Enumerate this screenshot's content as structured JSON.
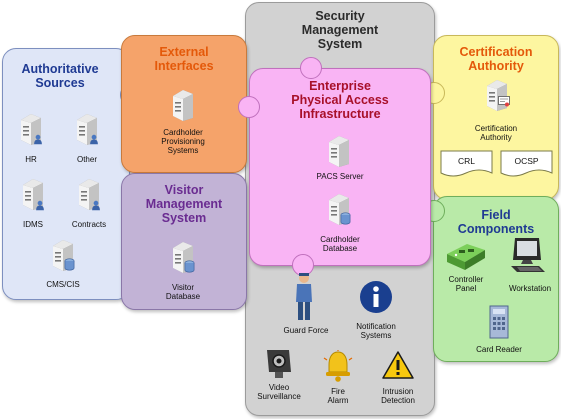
{
  "colors": {
    "security": "#d2d2d2",
    "authoritative": "#dfe6f7",
    "external": "#f5a36a",
    "visitor": "#c2b3d6",
    "enterprise": "#f9b4f4",
    "certification": "#fdf6a0",
    "field": "#b9eaa8"
  },
  "security": {
    "title": "Security\nManagement\nSystem",
    "guard": "Guard Force",
    "notification": "Notification\nSystems",
    "video": "Video\nSurveillance",
    "fire": "Fire\nAlarm",
    "intrusion": "Intrusion\nDetection"
  },
  "authoritative": {
    "title": "Authoritative\nSources",
    "hr": "HR",
    "other": "Other",
    "idms": "IDMS",
    "contracts": "Contracts",
    "cms": "CMS/CIS"
  },
  "external": {
    "title": "External\nInterfaces",
    "cardholder_prov": "Cardholder\nProvisioning\nSystems"
  },
  "visitor": {
    "title": "Visitor\nManagement\nSystem",
    "db": "Visitor\nDatabase"
  },
  "enterprise": {
    "title": "Enterprise\nPhysical Access\nInfrastructure",
    "pacs": "PACS Server",
    "cardholder_db": "Cardholder\nDatabase"
  },
  "certification": {
    "title": "Certification\nAuthority",
    "ca": "Certification\nAuthority",
    "crl": "CRL",
    "ocsp": "OCSP"
  },
  "field": {
    "title": "Field\nComponents",
    "controller": "Controller\nPanel",
    "workstation": "Workstation",
    "card_reader": "Card Reader"
  }
}
